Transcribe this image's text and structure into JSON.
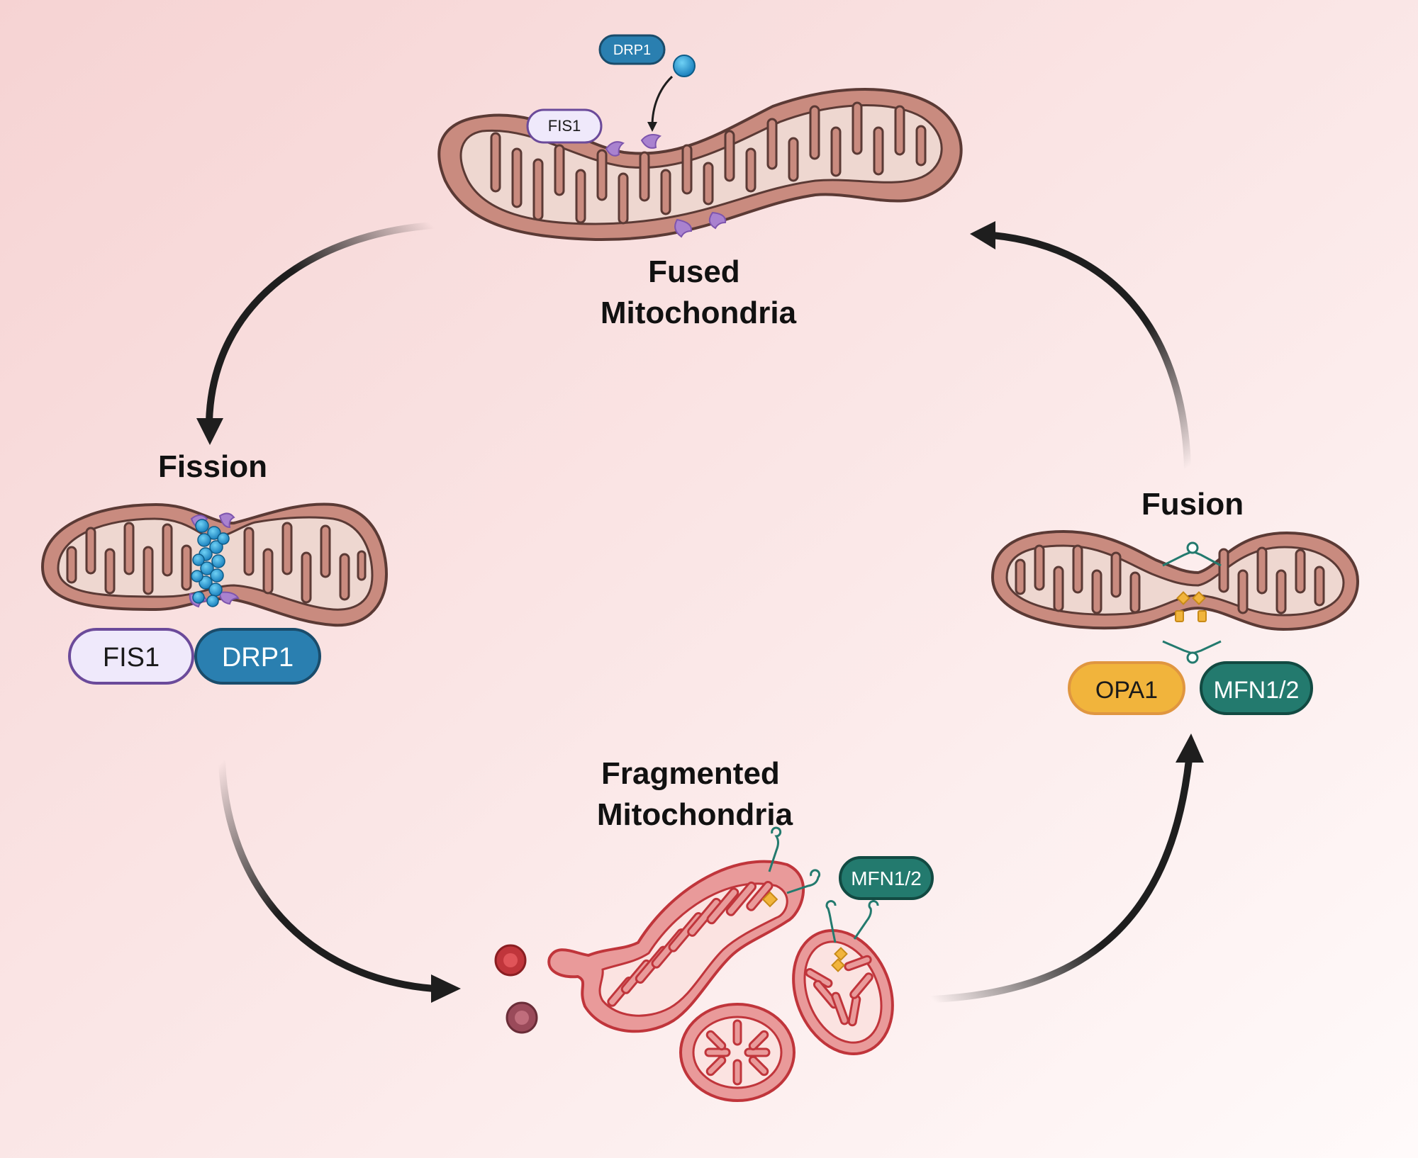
{
  "colors": {
    "background_start": "#f6d3d3",
    "background_end": "#fffafa",
    "mito_outer": "#c98b7f",
    "mito_stroke": "#5b3a35",
    "mito_inner": "#eed7d0",
    "frag_outer": "#e99a9a",
    "frag_stroke": "#c0353b",
    "frag_inner": "#fbe3e1",
    "fis1": "#efe9fb",
    "fis1_stroke": "#6b4a9a",
    "drp1": "#2a7fb0",
    "opa1": "#f1b43c",
    "mfn": "#237a6e",
    "arrow": "#1e1e1e"
  },
  "stages": {
    "fused": "Fused\nMitochondria",
    "fission": "Fission",
    "fusion": "Fusion",
    "fragmented": "Fragmented\nMitochondria"
  },
  "labels": {
    "fused_drp1": "DRP1",
    "fused_fis1": "FIS1",
    "fission_fis1": "FIS1",
    "fission_drp1": "DRP1",
    "fusion_opa1": "OPA1",
    "fusion_mfn": "MFN1/2",
    "fragmented_mfn": "MFN1/2"
  },
  "icons": [
    "drp1-molecule-icon",
    "fis1-protein-icon",
    "mfn-tether-icon",
    "opa1-protein-icon",
    "mitochondrion-icon",
    "vesicle-icon",
    "cycle-arrow-icon"
  ]
}
